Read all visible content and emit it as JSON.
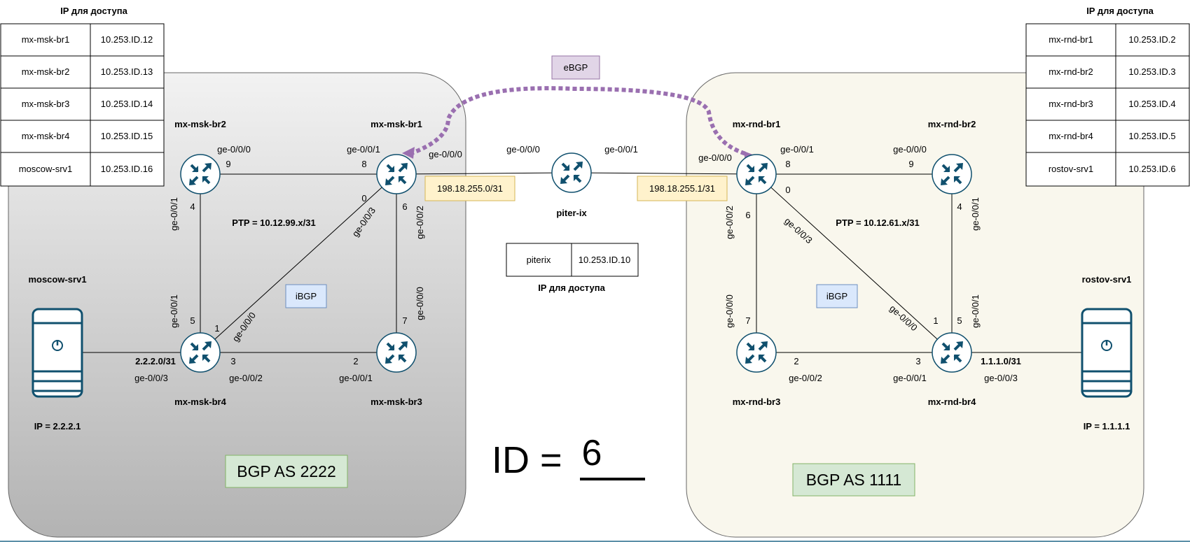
{
  "access_title": "IP для доступа",
  "msk_access_table": [
    {
      "host": "mx-msk-br1",
      "ip": "10.253.ID.12"
    },
    {
      "host": "mx-msk-br2",
      "ip": "10.253.ID.13"
    },
    {
      "host": "mx-msk-br3",
      "ip": "10.253.ID.14"
    },
    {
      "host": "mx-msk-br4",
      "ip": "10.253.ID.15"
    },
    {
      "host": "moscow-srv1",
      "ip": "10.253.ID.16"
    }
  ],
  "rnd_access_table": [
    {
      "host": "mx-rnd-br1",
      "ip": "10.253.ID.2"
    },
    {
      "host": "mx-rnd-br2",
      "ip": "10.253.ID.3"
    },
    {
      "host": "mx-rnd-br3",
      "ip": "10.253.ID.4"
    },
    {
      "host": "mx-rnd-br4",
      "ip": "10.253.ID.5"
    },
    {
      "host": "rostov-srv1",
      "ip": "10.253.ID.6"
    }
  ],
  "piterix_access": {
    "host": "piterix",
    "ip": "10.253.ID.10"
  },
  "ebgp_label": "eBGP",
  "ibgp_label": "iBGP",
  "msk": {
    "as_label": "BGP AS 2222",
    "ptp": "PTP = 10.12.99.x/31",
    "routers": {
      "br1": "mx-msk-br1",
      "br2": "mx-msk-br2",
      "br3": "mx-msk-br3",
      "br4": "mx-msk-br4"
    },
    "server": "moscow-srv1",
    "server_ip": "IP = 2.2.2.1",
    "server_net": "2.2.2.0/31"
  },
  "rnd": {
    "as_label": "BGP AS 1111",
    "ptp": "PTP = 10.12.61.x/31",
    "routers": {
      "br1": "mx-rnd-br1",
      "br2": "mx-rnd-br2",
      "br3": "mx-rnd-br3",
      "br4": "mx-rnd-br4"
    },
    "server": "rostov-srv1",
    "server_ip": "IP = 1.1.1.1",
    "server_net": "1.1.1.0/31"
  },
  "ix": {
    "name": "piter-ix",
    "left_net": "198.18.255.0/31",
    "right_net": "198.18.255.1/31",
    "left_port": "ge-0/0/0",
    "right_port": "ge-0/0/1"
  },
  "ports": {
    "ge000": "ge-0/0/0",
    "ge001": "ge-0/0/1",
    "ge002": "ge-0/0/2",
    "ge003": "ge-0/0/3"
  },
  "link_numbers": {
    "n0": "0",
    "n1": "1",
    "n2": "2",
    "n3": "3",
    "n4": "4",
    "n5": "5",
    "n6": "6",
    "n7": "7",
    "n8": "8",
    "n9": "9"
  },
  "id_label": "ID =",
  "id_value": "6",
  "colors": {
    "router": "#10506e",
    "ebgp": "#9a6fb0",
    "net_label_fill": "#fff2cc",
    "net_label_stroke": "#d6b656",
    "as_fill": "#d5e8d4",
    "as_stroke": "#82b366",
    "ibgp_fill": "#dae8fc",
    "ibgp_stroke": "#6c8ebf",
    "ebgp_fill": "#e1d5e7"
  }
}
